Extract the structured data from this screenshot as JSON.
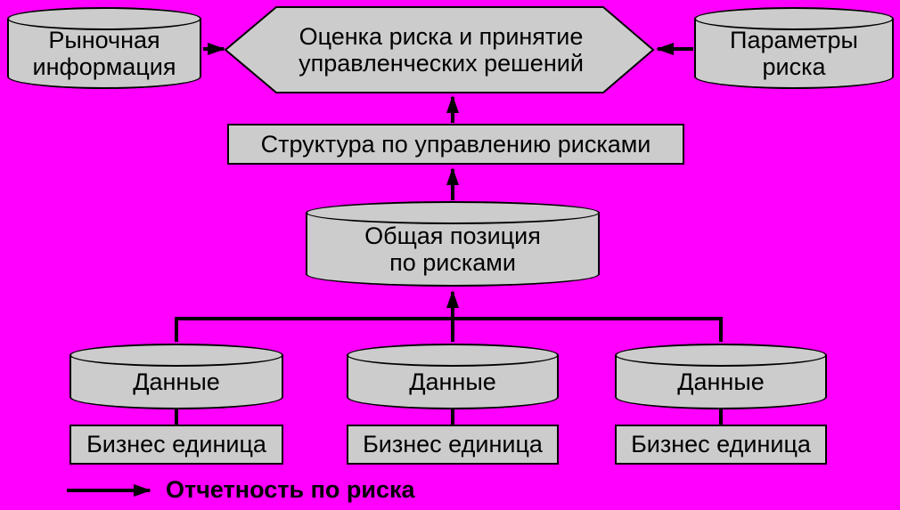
{
  "diagram": {
    "background_color": "#FF00FF",
    "node_fill_color": "#CCCCCC",
    "border_color": "#000000",
    "nodes": {
      "market_information": {
        "shape": "cylinder",
        "label": "Рыночная\nинформация"
      },
      "risk_assessment": {
        "shape": "hexagon",
        "label": "Оценка риска и принятие\nуправленческих решений"
      },
      "risk_parameters": {
        "shape": "cylinder",
        "label": "Параметры\nриска"
      },
      "risk_management_structure": {
        "shape": "rectangle",
        "label": "Структура по управлению рисками"
      },
      "overall_risk_position": {
        "shape": "cylinder",
        "label": "Общая позиция\nпо рисками"
      },
      "data_left": {
        "shape": "cylinder",
        "label": "Данные"
      },
      "data_middle": {
        "shape": "cylinder",
        "label": "Данные"
      },
      "data_right": {
        "shape": "cylinder",
        "label": "Данные"
      },
      "business_unit_left": {
        "shape": "rectangle",
        "label": "Бизнес единица"
      },
      "business_unit_middle": {
        "shape": "rectangle",
        "label": "Бизнес единица"
      },
      "business_unit_right": {
        "shape": "rectangle",
        "label": "Бизнес единица"
      }
    },
    "legend": {
      "label": "Отчетность по риска"
    }
  }
}
